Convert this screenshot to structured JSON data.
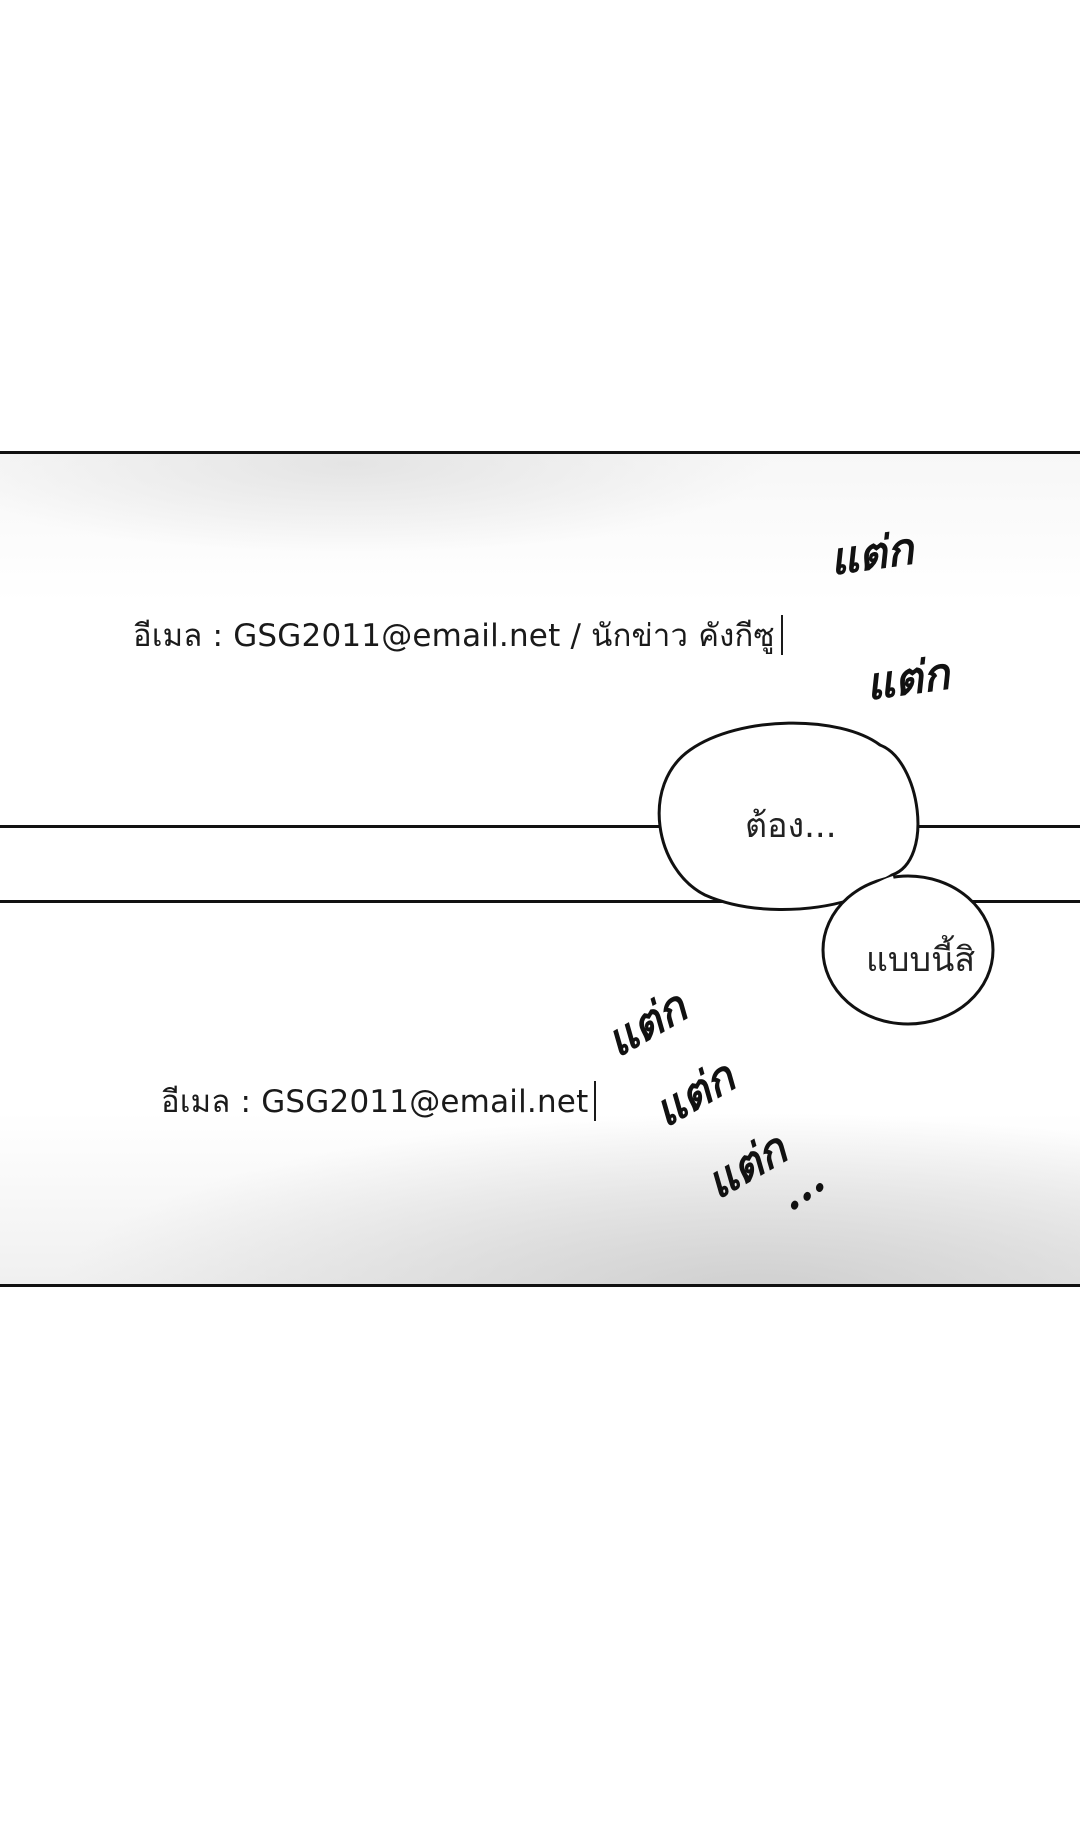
{
  "panels": {
    "top": {
      "typed_text": "อีเมล : GSG2011@email.net / นักข่าว คังกีซู",
      "sfx": [
        "แต่ก",
        "แต่ก"
      ]
    },
    "bottom": {
      "typed_text": "อีเมล : GSG2011@email.net",
      "sfx": [
        "แต่ก",
        "แต่ก",
        "แต่ก",
        "..."
      ]
    }
  },
  "speech": {
    "bubble_1": "ต้อง...",
    "bubble_2": "แบบนี้สิ"
  },
  "colors": {
    "ink": "#111111",
    "background": "#ffffff"
  }
}
